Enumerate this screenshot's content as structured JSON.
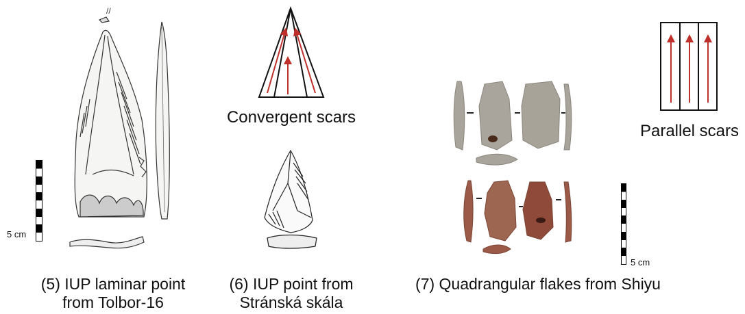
{
  "panels": [
    {
      "id": 5,
      "caption_line1": "(5) IUP laminar point",
      "caption_line2": "from Tolbor-16",
      "scale_label": "5 cm"
    },
    {
      "id": 6,
      "caption_line1": "(6) IUP point from",
      "caption_line2": "Stránská skála",
      "diagram_label": "Convergent scars"
    },
    {
      "id": 7,
      "caption_line1": "(7) Quadrangular flakes from Shiyu",
      "scale_label": "5 cm",
      "diagram_label": "Parallel scars"
    }
  ],
  "colors": {
    "arrow": "#c0302a",
    "outline": "#111111",
    "grey_stone": "#a9a49b",
    "red_stone": "#9b5a48"
  }
}
